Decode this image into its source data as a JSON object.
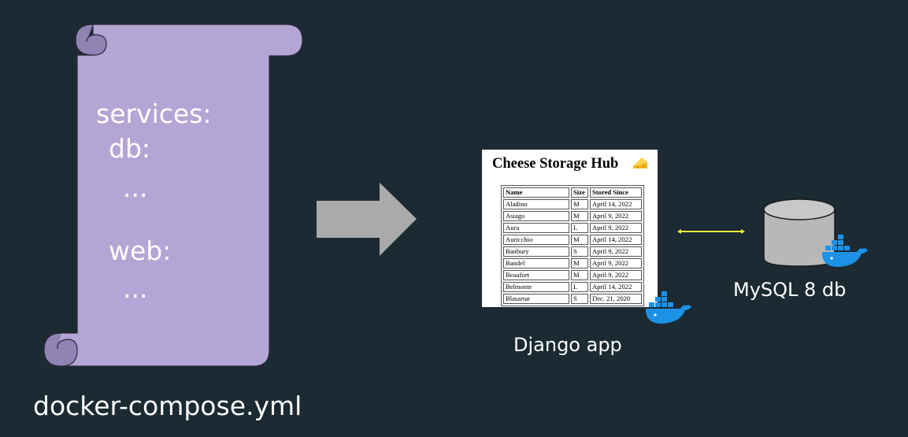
{
  "scroll": {
    "lines": [
      "services:",
      "db:",
      "...",
      "web:",
      "..."
    ],
    "caption": "docker-compose.yml"
  },
  "app": {
    "page_title": "Cheese Storage Hub",
    "table": {
      "headers": [
        "Name",
        "Size",
        "Stored Since"
      ],
      "rows": [
        [
          "Aladino",
          "M",
          "April 14, 2022"
        ],
        [
          "Asiago",
          "M",
          "April 9, 2022"
        ],
        [
          "Aura",
          "L",
          "April 9, 2022"
        ],
        [
          "Auricchio",
          "M",
          "April 14, 2022"
        ],
        [
          "Banbury",
          "S",
          "April 9, 2022"
        ],
        [
          "Bandel",
          "M",
          "April 9, 2022"
        ],
        [
          "Beaufort",
          "M",
          "April 9, 2022"
        ],
        [
          "Belmonte",
          "L",
          "April 14, 2022"
        ],
        [
          "Blasartar",
          "S",
          "Dec. 21, 2020"
        ]
      ]
    },
    "caption": "Django app"
  },
  "db": {
    "caption": "MySQL 8 db"
  },
  "icons": {
    "scroll": "scroll-icon",
    "arrow": "right-arrow-icon",
    "cheese": "cheese-icon",
    "docker": "docker-whale-icon",
    "database": "database-cylinder-icon",
    "connector": "double-arrow-connector-icon"
  },
  "colors": {
    "background": "#1b2a33",
    "scroll_fill": "#b3a6d5",
    "scroll_dark": "#8f84b3",
    "arrow": "#aaaaaa",
    "connector": "#f5ef3a",
    "docker_blue": "#1d91e6",
    "db_fill": "#b8b8b8"
  }
}
